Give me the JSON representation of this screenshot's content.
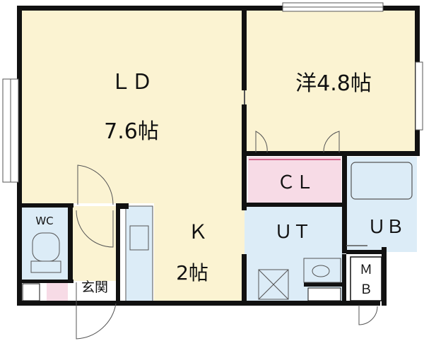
{
  "rooms": {
    "ld": {
      "name": "ＬＤ",
      "size": "7.6帖"
    },
    "bedroom": {
      "label": "洋4.8帖"
    },
    "closet": {
      "label": "ＣＬ"
    },
    "kitchen": {
      "name": "Ｋ",
      "size": "2帖"
    },
    "utility": {
      "label": "ＵＴ"
    },
    "bath": {
      "label": "ＵＢ"
    },
    "toilet": {
      "label": "WC"
    },
    "entrance": {
      "label": "玄関"
    },
    "meter_box": {
      "top": "Ｍ",
      "bottom": "Ｂ"
    }
  },
  "colors": {
    "wall": "#111111",
    "floor_ld": "#fbf3d2",
    "floor_bedroom": "#fbf3d2",
    "floor_kitchen": "#fbf3d2",
    "floor_entrance": "#fbf3d2",
    "wet_area": "#dcecf7",
    "closet": "#f7dbe6"
  }
}
